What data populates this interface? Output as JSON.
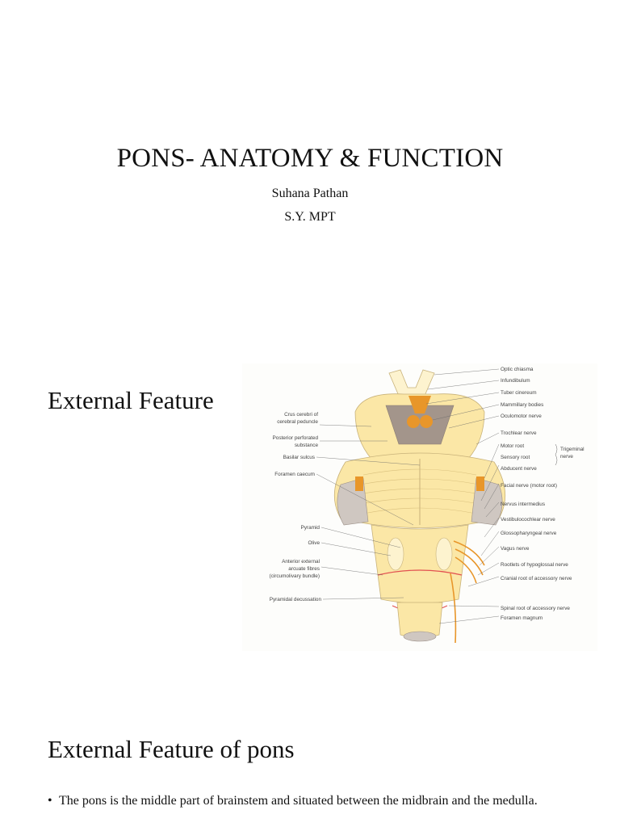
{
  "slide1": {
    "title": "PONS- ANATOMY & FUNCTION",
    "author": "Suhana Pathan",
    "course": "S.Y. MPT"
  },
  "slide2": {
    "heading": "External Feature",
    "figure": {
      "labels_left": [
        "Crus cerebri of",
        "cerebral peduncle",
        "Posterior perforated",
        "substance",
        "Basilar sulcus",
        "Foramen caecum",
        "Pyramid",
        "Olive",
        "Anterior external",
        "arcuate fibres",
        "(circumolivary bundle)",
        "Pyramidal decussation"
      ],
      "labels_right": [
        "Optic chiasma",
        "Infundibulum",
        "Tuber cinereum",
        "Mammillary bodies",
        "Oculomotor nerve",
        "Trochlear nerve",
        "Motor root",
        "Sensory root",
        "Trigeminal",
        "nerve",
        "Abducent nerve",
        "Facial nerve (motor root)",
        "Nervus intermedius",
        "Vestibulocochlear nerve",
        "Glossopharyngeal nerve",
        "Vagus nerve",
        "Rootlets of hypoglossal nerve",
        "Cranial root of accessory nerve",
        "Spinal root of accessory nerve",
        "Foramen magnum"
      ]
    }
  },
  "slide3": {
    "heading": "External Feature of pons",
    "bullet_marker": "•",
    "bullets": [
      "The pons is the middle part of brainstem and situated between the midbrain and the medulla."
    ]
  },
  "colors": {
    "brainstem_fill": "#fbe7a6",
    "brainstem_light": "#fdf3cf",
    "nerve_orange": "#e8962a",
    "accent_gray": "#9a8e86",
    "arcuate_red": "#e25050"
  }
}
